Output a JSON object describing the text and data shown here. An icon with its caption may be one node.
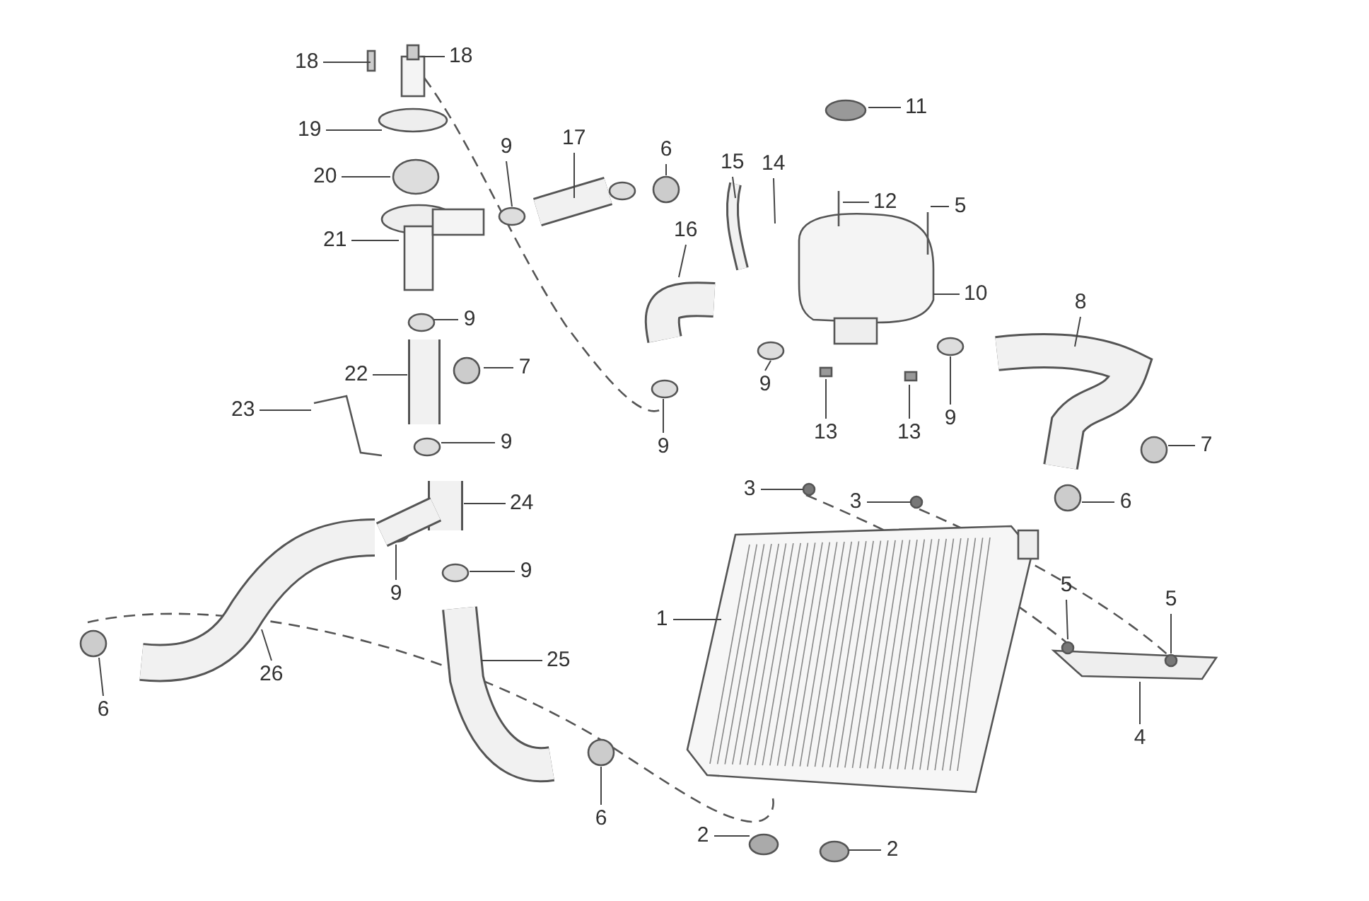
{
  "diagram": {
    "nodes": [
      {
        "text": [
          "18"
        ]
      },
      {
        "text": [
          "18"
        ]
      },
      {
        "text": [
          "19"
        ]
      },
      {
        "text": [
          "20"
        ]
      },
      {
        "text": [
          "21"
        ]
      },
      {
        "text": [
          "9"
        ]
      },
      {
        "text": [
          "17"
        ]
      },
      {
        "text": [
          "6"
        ]
      },
      {
        "text": [
          "15"
        ]
      },
      {
        "text": [
          "14"
        ]
      },
      {
        "text": [
          "11"
        ]
      },
      {
        "text": [
          "12"
        ]
      },
      {
        "text": [
          "5"
        ]
      },
      {
        "text": [
          "16"
        ]
      },
      {
        "text": [
          "10"
        ]
      },
      {
        "text": [
          "8"
        ]
      },
      {
        "text": [
          "9"
        ]
      },
      {
        "text": [
          "22"
        ]
      },
      {
        "text": [
          "7"
        ]
      },
      {
        "text": [
          "23"
        ]
      },
      {
        "text": [
          "9"
        ]
      },
      {
        "text": [
          "13"
        ]
      },
      {
        "text": [
          "13"
        ]
      },
      {
        "text": [
          "9"
        ]
      },
      {
        "text": [
          "9"
        ]
      },
      {
        "text": [
          "9"
        ]
      },
      {
        "text": [
          "7"
        ]
      },
      {
        "text": [
          "3"
        ]
      },
      {
        "text": [
          "3"
        ]
      },
      {
        "text": [
          "6"
        ]
      },
      {
        "text": [
          "24"
        ]
      },
      {
        "text": [
          "9"
        ]
      },
      {
        "text": [
          "9"
        ]
      },
      {
        "text": [
          "1"
        ]
      },
      {
        "text": [
          "5"
        ]
      },
      {
        "text": [
          "5"
        ]
      },
      {
        "text": [
          "26"
        ]
      },
      {
        "text": [
          "25"
        ]
      },
      {
        "text": [
          "4"
        ]
      },
      {
        "text": [
          "6"
        ]
      },
      {
        "text": [
          "6"
        ]
      },
      {
        "text": [
          "2"
        ]
      },
      {
        "text": [
          "2"
        ]
      }
    ],
    "edges": [
      {
        "from": 0,
        "to": null,
        "arrow": "none"
      },
      {
        "from": 1,
        "to": null,
        "arrow": "none"
      },
      {
        "from": 2,
        "to": null,
        "arrow": "none"
      },
      {
        "from": 3,
        "to": null,
        "arrow": "none"
      },
      {
        "from": 4,
        "to": null,
        "arrow": "none"
      },
      {
        "from": 5,
        "to": null,
        "arrow": "none"
      },
      {
        "from": 6,
        "to": null,
        "arrow": "none"
      },
      {
        "from": 7,
        "to": null,
        "arrow": "none"
      },
      {
        "from": 8,
        "to": null,
        "arrow": "none"
      },
      {
        "from": 9,
        "to": null,
        "arrow": "none"
      },
      {
        "from": 10,
        "to": null,
        "arrow": "none"
      },
      {
        "from": 11,
        "to": null,
        "arrow": "none"
      },
      {
        "from": 12,
        "to": null,
        "arrow": "none"
      },
      {
        "from": 13,
        "to": null,
        "arrow": "none"
      },
      {
        "from": 14,
        "to": null,
        "arrow": "none"
      },
      {
        "from": 15,
        "to": null,
        "arrow": "none"
      },
      {
        "from": 16,
        "to": null,
        "arrow": "none"
      },
      {
        "from": 17,
        "to": null,
        "arrow": "none"
      },
      {
        "from": 18,
        "to": null,
        "arrow": "none"
      },
      {
        "from": 19,
        "to": null,
        "arrow": "none"
      },
      {
        "from": 20,
        "to": null,
        "arrow": "none"
      },
      {
        "from": 21,
        "to": null,
        "arrow": "none"
      },
      {
        "from": 22,
        "to": null,
        "arrow": "none"
      },
      {
        "from": 23,
        "to": null,
        "arrow": "none"
      },
      {
        "from": 24,
        "to": null,
        "arrow": "none"
      },
      {
        "from": 25,
        "to": null,
        "arrow": "none"
      },
      {
        "from": 26,
        "to": null,
        "arrow": "none"
      },
      {
        "from": 27,
        "to": null,
        "arrow": "none"
      },
      {
        "from": 28,
        "to": null,
        "arrow": "none"
      },
      {
        "from": 29,
        "to": null,
        "arrow": "none"
      },
      {
        "from": 30,
        "to": null,
        "arrow": "none"
      },
      {
        "from": 31,
        "to": null,
        "arrow": "none"
      },
      {
        "from": 32,
        "to": null,
        "arrow": "none"
      },
      {
        "from": 33,
        "to": null,
        "arrow": "none"
      },
      {
        "from": 34,
        "to": null,
        "arrow": "none"
      },
      {
        "from": 35,
        "to": null,
        "arrow": "none"
      },
      {
        "from": 36,
        "to": null,
        "arrow": "none"
      },
      {
        "from": 37,
        "to": null,
        "arrow": "none"
      },
      {
        "from": 38,
        "to": null,
        "arrow": "none"
      },
      {
        "from": 39,
        "to": null,
        "arrow": "none"
      },
      {
        "from": 40,
        "to": null,
        "arrow": "none"
      },
      {
        "from": 41,
        "to": null,
        "arrow": "none"
      },
      {
        "from": 42,
        "to": null,
        "arrow": "none"
      }
    ]
  }
}
